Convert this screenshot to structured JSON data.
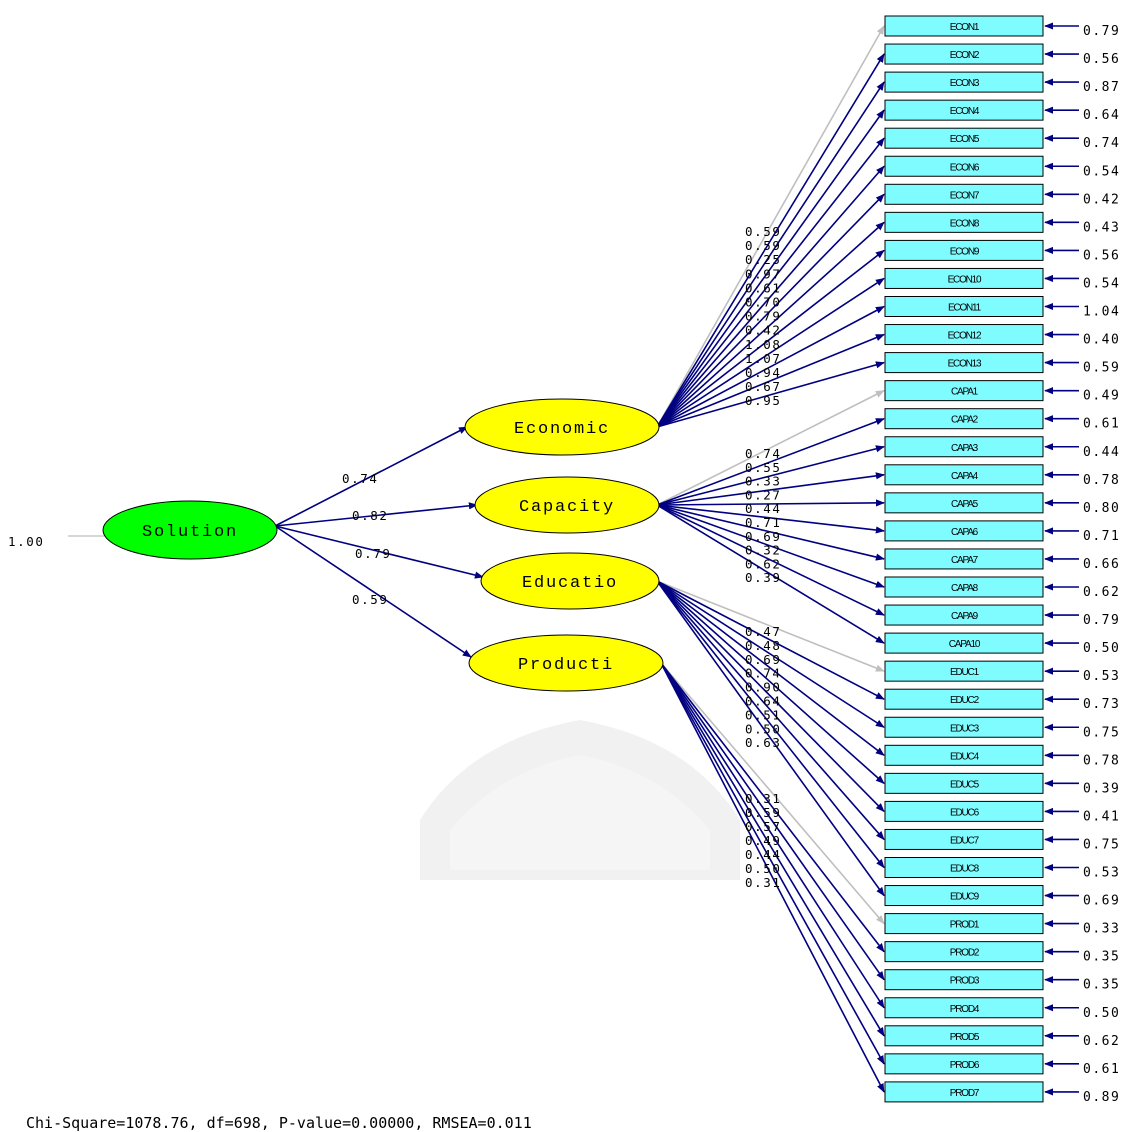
{
  "colors": {
    "path": "#000080",
    "fixed_path": "#bfbfbf",
    "indicator_fill": "#7ffcff",
    "latent_fill": "#ffff00",
    "second_order_fill": "#00ff00"
  },
  "second_order": {
    "name": "Solution",
    "variance": "1.00"
  },
  "factors": [
    {
      "name": "Economic",
      "loading": "0.74"
    },
    {
      "name": "Capacity",
      "loading": "0.82"
    },
    {
      "name": "Educatio",
      "loading": "0.79"
    },
    {
      "name": "Producti",
      "loading": "0.59"
    }
  ],
  "indicators": [
    {
      "name": "ECON1",
      "loading": "0.59",
      "error": "0.79"
    },
    {
      "name": "ECON2",
      "loading": "0.59",
      "error": "0.56"
    },
    {
      "name": "ECON3",
      "loading": "0.25",
      "error": "0.87"
    },
    {
      "name": "ECON4",
      "loading": "0.97",
      "error": "0.64"
    },
    {
      "name": "ECON5",
      "loading": "0.61",
      "error": "0.74"
    },
    {
      "name": "ECON6",
      "loading": "0.70",
      "error": "0.54"
    },
    {
      "name": "ECON7",
      "loading": "0.79",
      "error": "0.42"
    },
    {
      "name": "ECON8",
      "loading": "0.42",
      "error": "0.43"
    },
    {
      "name": "ECON9",
      "loading": "1.08",
      "error": "0.56"
    },
    {
      "name": "ECON10",
      "loading": "1.07",
      "error": "0.54"
    },
    {
      "name": "ECON11",
      "loading": "0.94",
      "error": "1.04"
    },
    {
      "name": "ECON12",
      "loading": "0.67",
      "error": "0.40"
    },
    {
      "name": "ECON13",
      "loading": "0.95",
      "error": "0.59"
    },
    {
      "name": "CAPA1",
      "loading": "0.74",
      "error": "0.49"
    },
    {
      "name": "CAPA2",
      "loading": "0.55",
      "error": "0.61"
    },
    {
      "name": "CAPA3",
      "loading": "0.33",
      "error": "0.44"
    },
    {
      "name": "CAPA4",
      "loading": "0.27",
      "error": "0.78"
    },
    {
      "name": "CAPA5",
      "loading": "0.44",
      "error": "0.80"
    },
    {
      "name": "CAPA6",
      "loading": "0.71",
      "error": "0.71"
    },
    {
      "name": "CAPA7",
      "loading": "0.69",
      "error": "0.66"
    },
    {
      "name": "CAPA8",
      "loading": "0.32",
      "error": "0.62"
    },
    {
      "name": "CAPA9",
      "loading": "0.62",
      "error": "0.79"
    },
    {
      "name": "CAPA10",
      "loading": "0.39",
      "error": "0.50"
    },
    {
      "name": "EDUC1",
      "loading": "0.47",
      "error": "0.53"
    },
    {
      "name": "EDUC2",
      "loading": "0.48",
      "error": "0.73"
    },
    {
      "name": "EDUC3",
      "loading": "0.69",
      "error": "0.75"
    },
    {
      "name": "EDUC4",
      "loading": "0.74",
      "error": "0.78"
    },
    {
      "name": "EDUC5",
      "loading": "0.90",
      "error": "0.39"
    },
    {
      "name": "EDUC6",
      "loading": "0.64",
      "error": "0.41"
    },
    {
      "name": "EDUC7",
      "loading": "0.51",
      "error": "0.75"
    },
    {
      "name": "EDUC8",
      "loading": "0.50",
      "error": "0.53"
    },
    {
      "name": "EDUC9",
      "loading": "0.63",
      "error": "0.69"
    },
    {
      "name": "PROD1",
      "loading": "0.31",
      "error": "0.33"
    },
    {
      "name": "PROD2",
      "loading": "0.59",
      "error": "0.35"
    },
    {
      "name": "PROD3",
      "loading": "0.57",
      "error": "0.35"
    },
    {
      "name": "PROD4",
      "loading": "0.49",
      "error": "0.50"
    },
    {
      "name": "PROD5",
      "loading": "0.44",
      "error": "0.62"
    },
    {
      "name": "PROD6",
      "loading": "0.50",
      "error": "0.61"
    },
    {
      "name": "PROD7",
      "loading": "0.31",
      "error": "0.89"
    }
  ],
  "fit_statistics": "Chi-Square=1078.76, df=698, P-value=0.00000, RMSEA=0.011"
}
